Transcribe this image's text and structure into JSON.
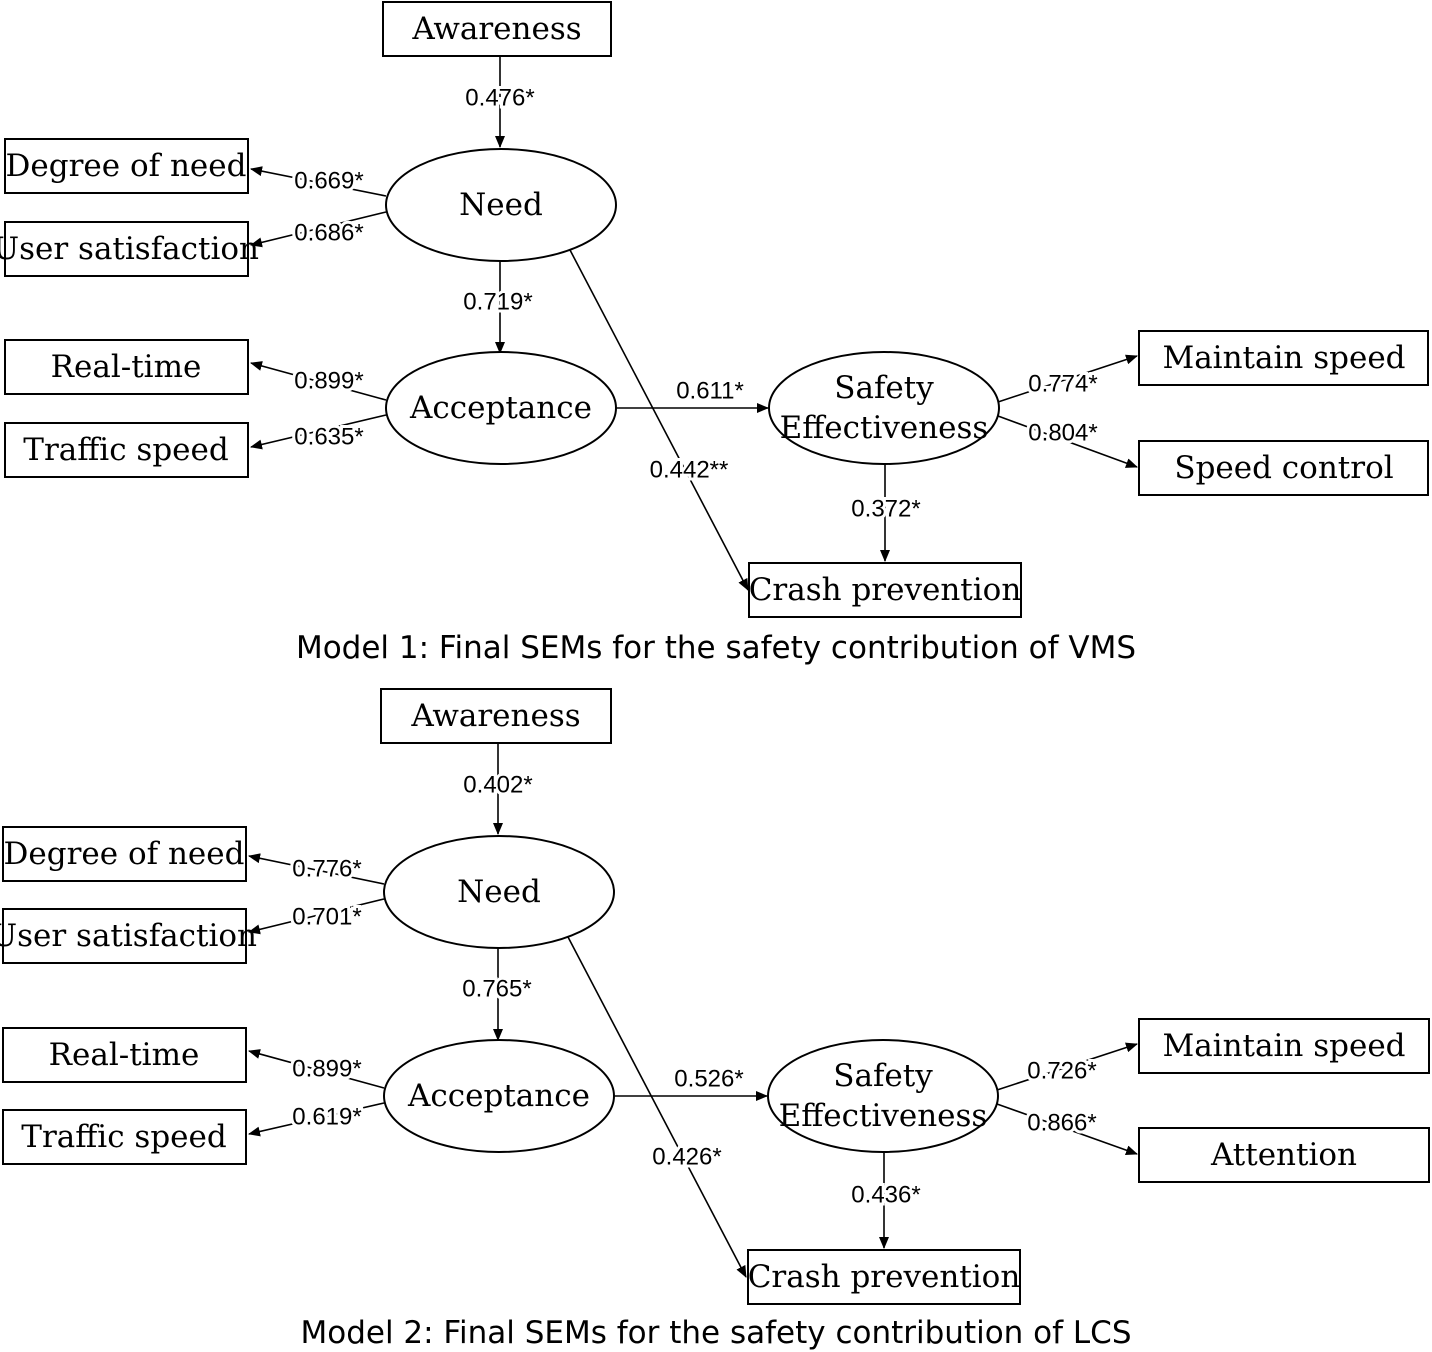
{
  "models": [
    {
      "caption": "Model 1: Final SEMs for the safety contribution of VMS",
      "nodes": {
        "awareness": "Awareness",
        "need": "Need",
        "degree_of_need": "Degree of need",
        "user_satisfaction": "User satisfaction",
        "acceptance": "Acceptance",
        "real_time": "Real-time",
        "traffic_speed": "Traffic speed",
        "safety_line1": "Safety",
        "safety_line2": "Effectiveness",
        "out1": "Maintain speed",
        "out2": "Speed control",
        "crash_prevention": "Crash prevention"
      },
      "coefficients": {
        "awareness_need": "0.476*",
        "need_degree": "0.669*",
        "need_user": "0.686*",
        "need_acceptance": "0.719*",
        "acc_realtime": "0.899*",
        "acc_traffic": "0.635*",
        "acc_safety": "0.611*",
        "need_crash": "0.442**",
        "safety_out1": "0.774*",
        "safety_out2": "0.804*",
        "safety_crash": "0.372*"
      }
    },
    {
      "caption": "Model 2: Final SEMs for the safety contribution of LCS",
      "nodes": {
        "awareness": "Awareness",
        "need": "Need",
        "degree_of_need": "Degree of need",
        "user_satisfaction": "User satisfaction",
        "acceptance": "Acceptance",
        "real_time": "Real-time",
        "traffic_speed": "Traffic speed",
        "safety_line1": "Safety",
        "safety_line2": "Effectiveness",
        "out1": "Maintain speed",
        "out2": "Attention",
        "crash_prevention": "Crash prevention"
      },
      "coefficients": {
        "awareness_need": "0.402*",
        "need_degree": "0.776*",
        "need_user": "0.701*",
        "need_acceptance": "0.765*",
        "acc_realtime": "0.899*",
        "acc_traffic": "0.619*",
        "acc_safety": "0.526*",
        "need_crash": "0.426*",
        "safety_out1": "0.726*",
        "safety_out2": "0.866*",
        "safety_crash": "0.436*"
      }
    }
  ]
}
